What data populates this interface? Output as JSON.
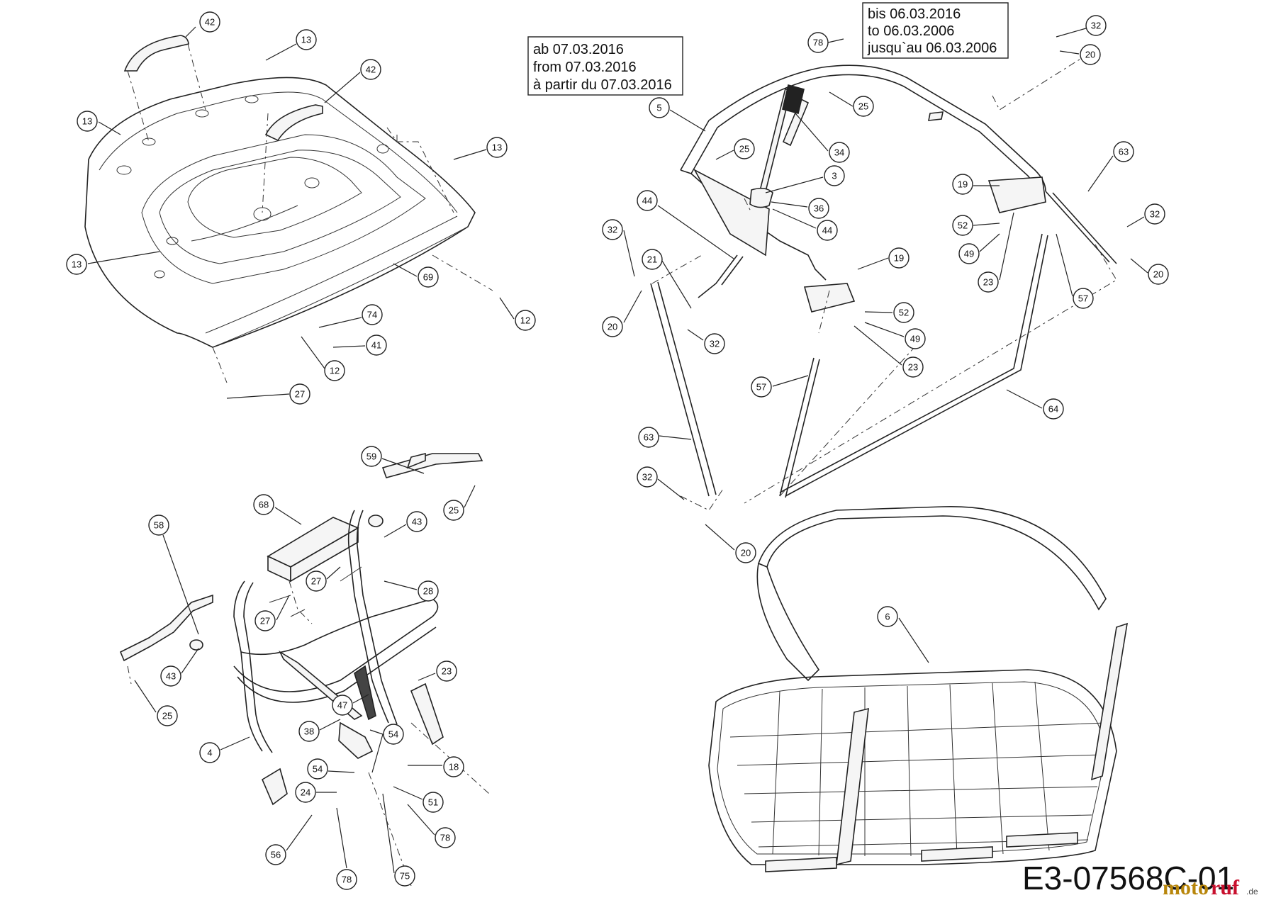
{
  "notes": {
    "from": [
      "ab 07.03.2016",
      "from 07.03.2016",
      "à partir du 07.03.2016"
    ],
    "until": [
      "bis 06.03.2016",
      "to 06.03.2006",
      "jusqu`au 06.03.2006"
    ]
  },
  "drawing_code": "E3-07568C-01",
  "watermark": {
    "part1": "moto",
    "part2": "ruf",
    "suffix": ".de"
  },
  "callouts": {
    "c42a": "42",
    "c13a": "13",
    "c42b": "42",
    "c13b": "13",
    "c13c": "13",
    "c13d": "13",
    "c69": "69",
    "c12a": "12",
    "c74": "74",
    "c41": "41",
    "c12b": "12",
    "c27a": "27",
    "c78a": "78",
    "c32a": "32",
    "c20a": "20",
    "c5": "5",
    "c25a": "25",
    "c25b": "25",
    "c34": "34",
    "c3": "3",
    "c36": "36",
    "c44a": "44",
    "c44b": "44",
    "c63a": "63",
    "c19a": "19",
    "c52a": "52",
    "c49a": "49",
    "c23a": "23",
    "c32b": "32",
    "c20b": "20",
    "c57a": "57",
    "c32c": "32",
    "c21": "21",
    "c19b": "19",
    "c52b": "52",
    "c20c": "20",
    "c32d": "32",
    "c49b": "49",
    "c23b": "23",
    "c57b": "57",
    "c64": "64",
    "c63b": "63",
    "c32e": "32",
    "c20d": "20",
    "c59": "59",
    "c25c": "25",
    "c58": "58",
    "c68": "68",
    "c43a": "43",
    "c27b": "27",
    "c28": "28",
    "c27c": "27",
    "c43b": "43",
    "c23c": "23",
    "c25d": "25",
    "c47": "47",
    "c38": "38",
    "c4": "4",
    "c54a": "54",
    "c54b": "54",
    "c18": "18",
    "c24": "24",
    "c51": "51",
    "c78b": "78",
    "c56": "56",
    "c75": "75",
    "c78c": "78",
    "c6": "6"
  }
}
